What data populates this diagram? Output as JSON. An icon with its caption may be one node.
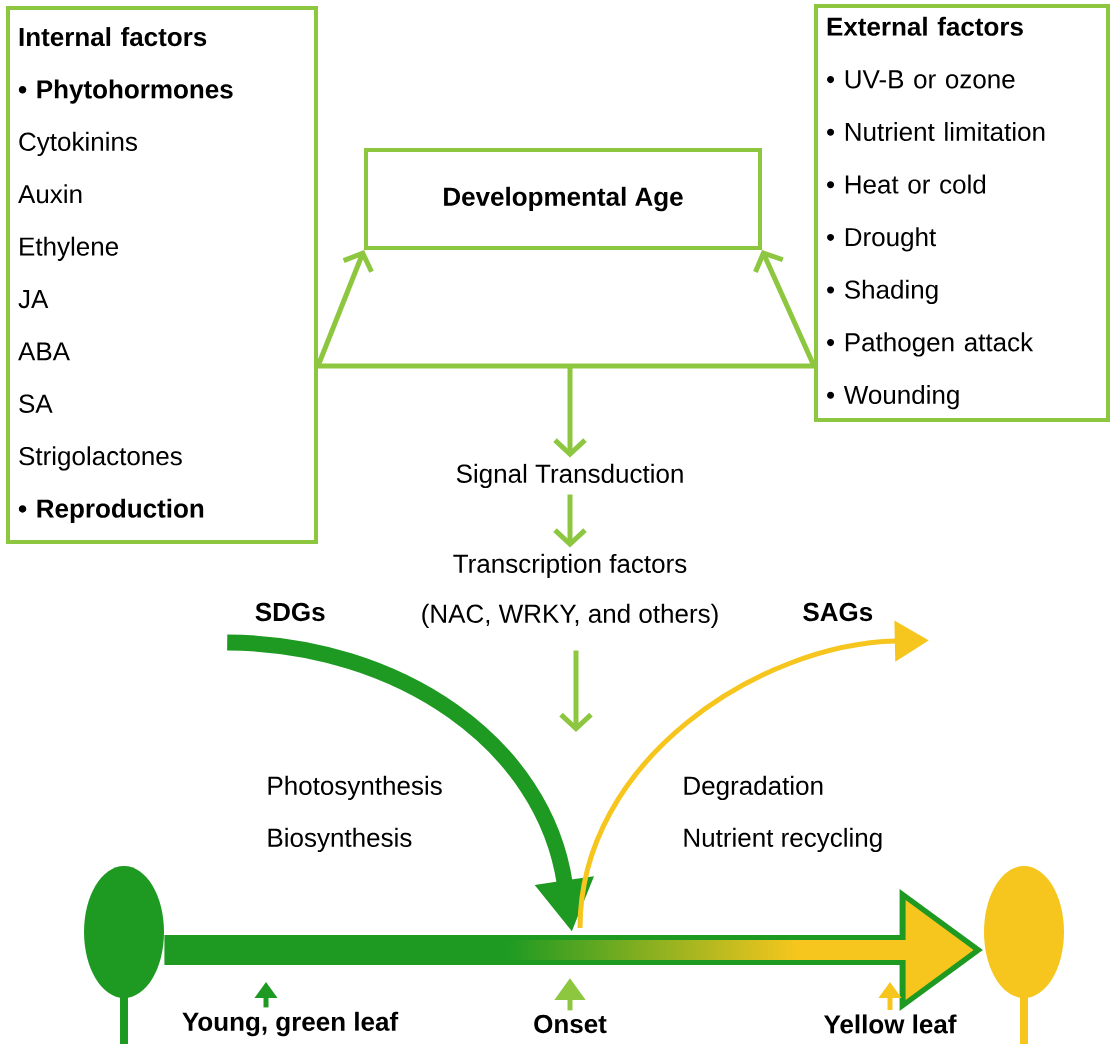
{
  "diagram": {
    "nodes": [
      {
        "text": [
          "Internal factors",
          "• Phytohormones",
          "Cytokinins",
          "Auxin",
          "Ethylene",
          "JA",
          "ABA",
          "SA",
          "Strigolactones",
          "• Reproduction"
        ]
      },
      {
        "text": [
          "Developmental Age"
        ]
      },
      {
        "text": [
          "External factors",
          "• UV-B or ozone",
          "• Nutrient limitation",
          "• Heat or cold",
          "• Drought",
          "• Shading",
          "• Pathogen attack",
          "• Wounding"
        ]
      },
      {
        "text": [
          "Signal Transduction"
        ]
      },
      {
        "text": [
          "Transcription factors",
          "(NAC, WRKY, and others)"
        ]
      },
      {
        "text": [
          "SDGs"
        ]
      },
      {
        "text": [
          "SAGs"
        ]
      },
      {
        "text": [],
        "shape": "leaf"
      },
      {
        "text": [],
        "shape": "leaf"
      },
      {
        "text": [
          "Young, green leaf"
        ]
      },
      {
        "text": [
          "Onset"
        ]
      },
      {
        "text": [
          "Yellow leaf"
        ]
      }
    ],
    "edges": [
      {
        "from": 0,
        "to": 1,
        "arrow": "to"
      },
      {
        "from": 2,
        "to": 1,
        "arrow": "to"
      },
      {
        "from": 0,
        "to": 2,
        "arrow": "none"
      },
      {
        "from": null,
        "to": 3,
        "arrow": "to"
      },
      {
        "from": 3,
        "to": 4,
        "arrow": "to"
      },
      {
        "from": 4,
        "to": null,
        "arrow": "to"
      },
      {
        "from": 5,
        "to": null,
        "arrow": "to",
        "style": "thick",
        "color": "#1e9a22"
      },
      {
        "from": null,
        "to": 6,
        "arrow": "to",
        "color": "#f6c61e"
      },
      {
        "from": 7,
        "to": 8,
        "arrow": "to",
        "style": "thick",
        "color": "#1e9a22"
      },
      {
        "from": 9,
        "to": null,
        "arrow": "to",
        "color": "#1e9a22"
      },
      {
        "from": 10,
        "to": null,
        "arrow": "to"
      },
      {
        "from": 11,
        "to": null,
        "arrow": "to",
        "color": "#f6c61e"
      }
    ],
    "labels": [
      "Photosynthesis",
      "Biosynthesis",
      "Degradation",
      "Nutrient recycling"
    ]
  }
}
